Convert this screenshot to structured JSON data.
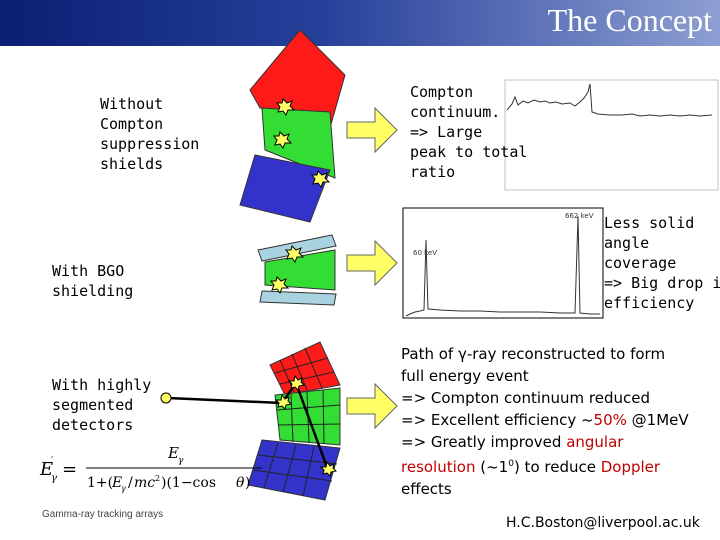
{
  "header": {
    "title": "The Concept"
  },
  "sections": {
    "no_shield": {
      "label_lines": [
        "Without",
        "Compton",
        "suppression",
        "shields"
      ]
    },
    "bgo": {
      "label_lines": [
        "With BGO",
        "shielding"
      ]
    },
    "segmented": {
      "label_lines": [
        "With highly",
        "segmented",
        "detectors"
      ]
    }
  },
  "results": {
    "compton": {
      "lines": [
        "Compton",
        "continuum.",
        "=> Large",
        "peak to total",
        "ratio"
      ]
    },
    "solid_angle": {
      "lines": [
        "Less solid",
        "angle",
        "coverage",
        "=> Big drop in",
        "efficiency"
      ]
    },
    "tracking": {
      "line1": "Path of γ-ray reconstructed to form",
      "line2": "full energy event",
      "line3": "=> Compton continuum reduced",
      "line4_prefix": "=> Excellent efficiency ~",
      "line4_highlight": "50%",
      "line4_suffix": " @1MeV",
      "line5_prefix": "=> Greatly improved ",
      "line5_highlight": "angular",
      "line6_highlight": "resolution",
      "line6_mid": " (~1",
      "line6_sup": "0",
      "line6_mid2": ") to reduce ",
      "line6_highlight2": "Doppler",
      "line7": "effects"
    }
  },
  "spectrum2": {
    "label_peak": "662 keV",
    "label_line": "60 keV"
  },
  "footer": {
    "left": "Gamma-ray tracking arrays",
    "email": "H.C.Boston@liverpool.ac.uk"
  },
  "colors": {
    "red": "#ff1a1a",
    "green": "#33dd33",
    "blue": "#3333cc",
    "bgo": "#a9d3e0",
    "arrow": "#ffff66"
  }
}
